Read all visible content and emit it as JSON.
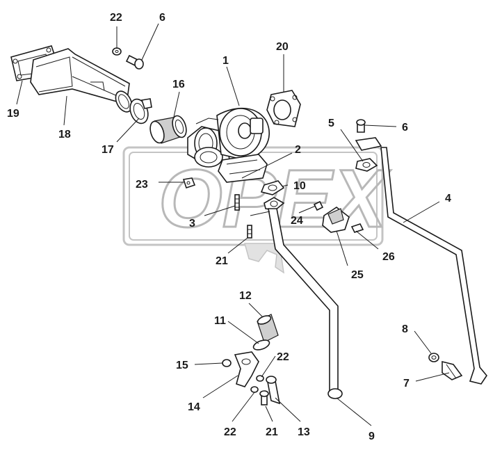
{
  "diagram": {
    "watermark_text": "OPEX",
    "callouts": {
      "c1": "1",
      "c2": "2",
      "c3": "3",
      "c4": "4",
      "c5": "5",
      "c6a": "6",
      "c6b": "6",
      "c7": "7",
      "c8": "8",
      "c9": "9",
      "c10": "10",
      "c11": "11",
      "c12": "12",
      "c13": "13",
      "c14": "14",
      "c15": "15",
      "c16": "16",
      "c17": "17",
      "c18": "18",
      "c19": "19",
      "c20": "20",
      "c21a": "21",
      "c21b": "21",
      "c22a": "22",
      "c22b": "22",
      "c22c": "22",
      "c23": "23",
      "c24": "24",
      "c25": "25",
      "c26": "26"
    }
  }
}
